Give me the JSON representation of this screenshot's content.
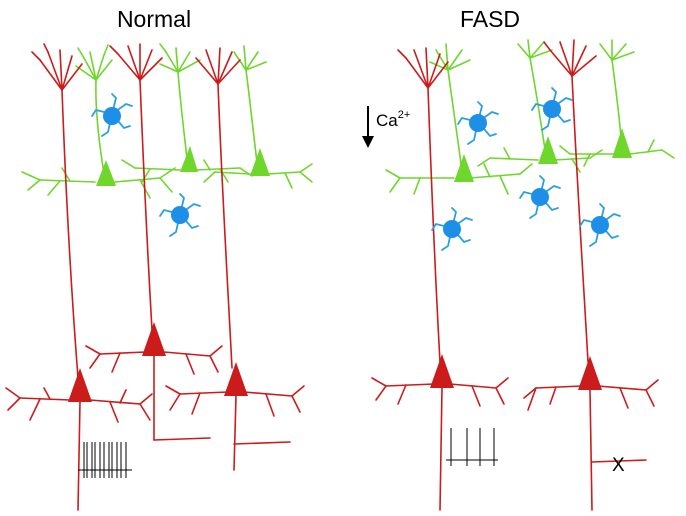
{
  "panels": {
    "left_title": "Normal",
    "right_title": "FASD"
  },
  "annotations": {
    "calcium_base": "Ca",
    "calcium_sup": "2+",
    "no_firing_mark": "X"
  },
  "colors": {
    "pyramidal_neuron": "#cc1b1b",
    "interneuron": "#6fd62c",
    "glia": "#1d8fe6",
    "glia_process": "#2aa0e0",
    "trace": "#000000"
  }
}
